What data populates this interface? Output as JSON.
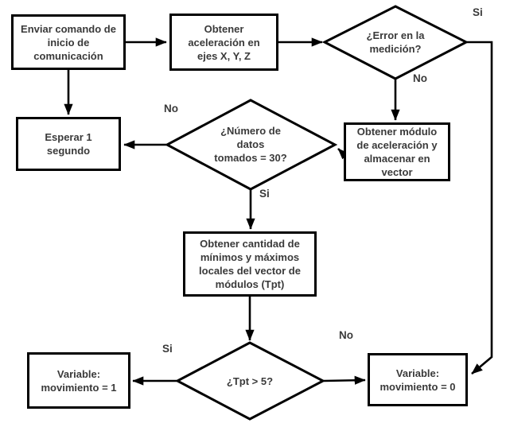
{
  "diagram": {
    "type": "flowchart",
    "language": "es",
    "colors": {
      "background": "#ffffff",
      "shape_fill": "#ffffff",
      "shape_border": "#000000",
      "arrow": "#000000",
      "text": "#3a3a3a"
    },
    "nodes": {
      "send_command": {
        "shape": "process",
        "lines": [
          "Enviar comando de",
          "inicio de",
          "comunicación"
        ]
      },
      "get_accel": {
        "shape": "process",
        "lines": [
          "Obtener",
          "aceleración en",
          "ejes X, Y, Z"
        ]
      },
      "error_check": {
        "shape": "decision",
        "lines": [
          "¿Error en la",
          "medición?"
        ]
      },
      "get_module": {
        "shape": "process",
        "lines": [
          "Obtener módulo",
          "de aceleración y",
          "almacenar en",
          "vector"
        ]
      },
      "wait_second": {
        "shape": "process",
        "lines": [
          "Esperar 1",
          "segundo"
        ]
      },
      "data_count_check": {
        "shape": "decision",
        "lines": [
          "¿Número de",
          "datos",
          "tomados = 30?"
        ]
      },
      "get_tpt": {
        "shape": "process",
        "lines": [
          "Obtener cantidad de",
          "mínimos y máximos",
          "locales del vector de",
          "módulos (Tpt)"
        ]
      },
      "tpt_check": {
        "shape": "decision",
        "lines": [
          "¿Tpt > 5?"
        ]
      },
      "movement_one": {
        "shape": "process",
        "lines": [
          "Variable:",
          "movimiento = 1"
        ]
      },
      "movement_zero": {
        "shape": "process",
        "lines": [
          "Variable:",
          "movimiento = 0"
        ]
      }
    },
    "edge_labels": {
      "error_si": "Si",
      "error_no": "No",
      "count_no": "No",
      "count_si": "Si",
      "tpt_si": "Si",
      "tpt_no": "No"
    },
    "edges": [
      {
        "from": "send_command",
        "to": "get_accel"
      },
      {
        "from": "send_command",
        "to": "wait_second"
      },
      {
        "from": "get_accel",
        "to": "error_check"
      },
      {
        "from": "error_check",
        "to": "get_module",
        "label": "No"
      },
      {
        "from": "error_check",
        "to": "movement_zero",
        "label": "Si"
      },
      {
        "from": "get_module",
        "to": "data_count_check"
      },
      {
        "from": "data_count_check",
        "to": "wait_second",
        "label": "No"
      },
      {
        "from": "data_count_check",
        "to": "get_tpt",
        "label": "Si"
      },
      {
        "from": "get_tpt",
        "to": "tpt_check"
      },
      {
        "from": "tpt_check",
        "to": "movement_one",
        "label": "Si"
      },
      {
        "from": "tpt_check",
        "to": "movement_zero",
        "label": "No"
      }
    ]
  }
}
